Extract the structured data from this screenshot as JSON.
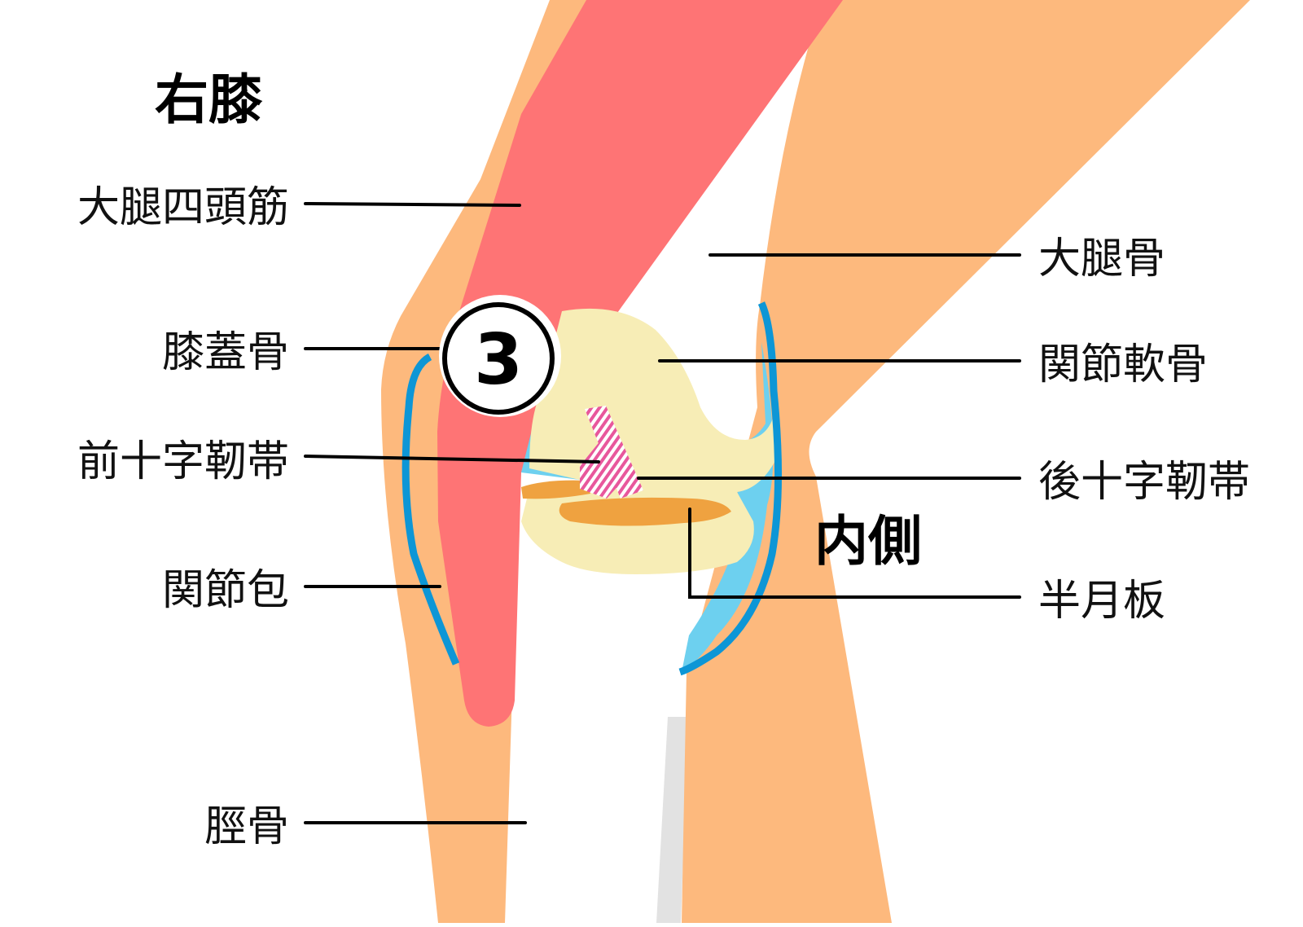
{
  "title": "右膝",
  "side_label": "内側",
  "badge": "3",
  "labels": {
    "quadriceps": "大腿四頭筋",
    "patella": "膝蓋骨",
    "acl": "前十字靭帯",
    "capsule": "関節包",
    "tibia": "脛骨",
    "femur": "大腿骨",
    "cartilage": "関節軟骨",
    "pcl": "後十字靭帯",
    "meniscus": "半月板"
  },
  "colors": {
    "bone": "#FDB97D",
    "muscle": "#FE7475",
    "cartilage": "#F7EDB6",
    "synovial": "#6DD0EF",
    "capsule": "#0D96D6",
    "meniscus": "#EFA240",
    "ligament": "#E8579C",
    "fibula": "#E2E2E2"
  }
}
